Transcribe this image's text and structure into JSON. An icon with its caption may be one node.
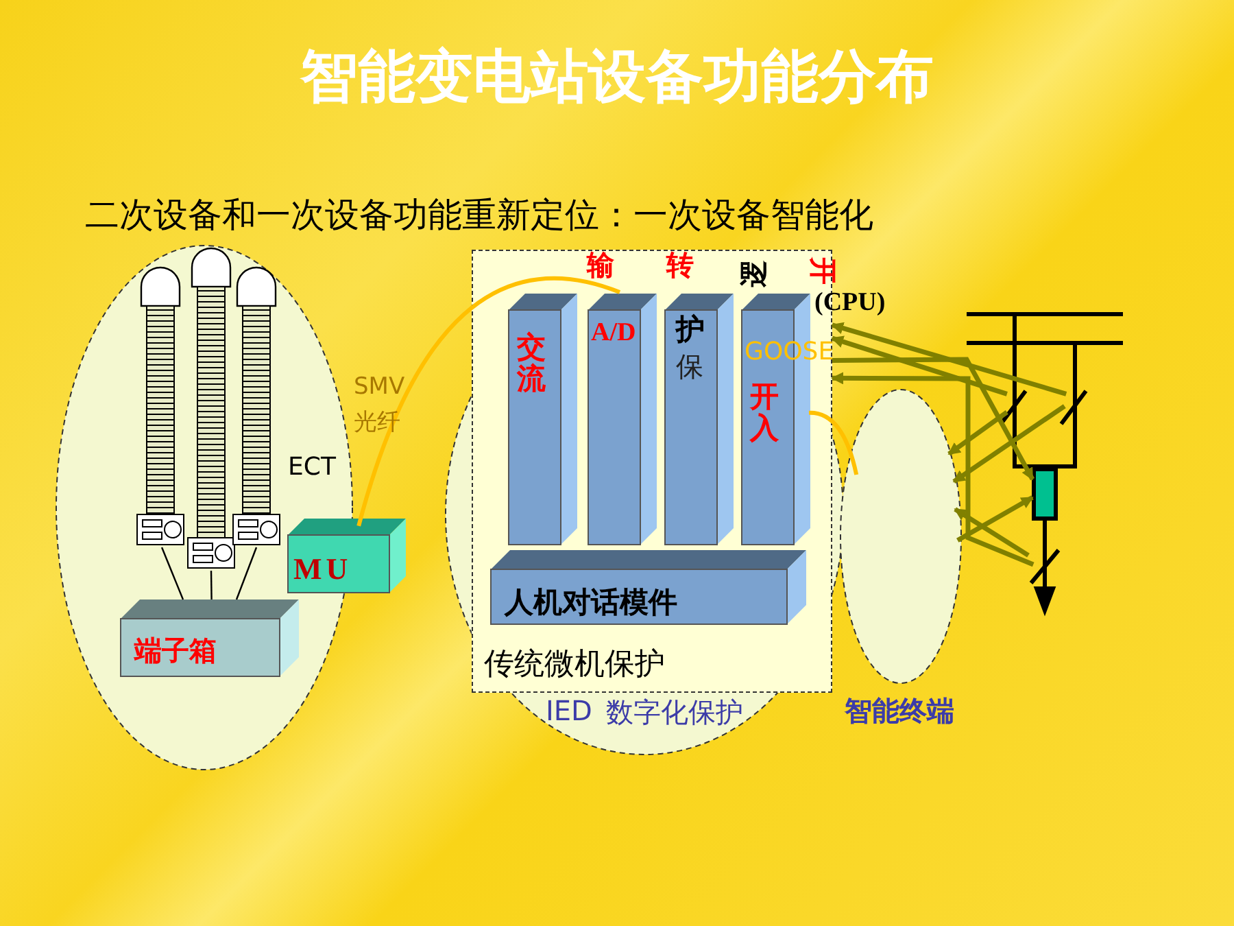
{
  "diagram": {
    "title": "智能变电站设备功能分布",
    "nodes": [
      {
        "text": [],
        "shape": "ellipse"
      },
      {
        "text": [],
        "shape": "picture",
        "in": 0
      },
      {
        "text": [],
        "shape": "picture",
        "in": 0
      },
      {
        "text": [],
        "shape": "picture",
        "in": 0
      },
      {
        "text": [
          "端子箱"
        ],
        "in": 0
      },
      {
        "text": [
          "MU"
        ]
      },
      {
        "text": [
          "传统微机保护"
        ]
      },
      {
        "text": [
          "IED",
          "数字化保护"
        ]
      },
      {
        "text": [
          "交流"
        ],
        "in": 6
      },
      {
        "text": [
          "A/D"
        ],
        "in": 6
      },
      {
        "text": [
          "护",
          "保"
        ],
        "in": 6
      },
      {
        "text": [
          "开入"
        ],
        "in": 6
      },
      {
        "text": [
          "人机对话模件"
        ],
        "in": 6
      },
      {
        "text": [
          "智能终端"
        ]
      },
      {
        "text": [],
        "shape": "picture"
      }
    ],
    "edges": [
      {
        "from": 1,
        "to": 4,
        "arrow": "none",
        "color": "#000000"
      },
      {
        "from": 2,
        "to": 4,
        "arrow": "none",
        "color": "#000000"
      },
      {
        "from": 3,
        "to": 4,
        "arrow": "none",
        "color": "#000000"
      },
      {
        "from": 5,
        "to": 9,
        "arrow": "none",
        "color": "#ffc000"
      },
      {
        "from": 11,
        "to": 13,
        "arrow": "none",
        "color": "#ffc000"
      },
      {
        "from": 14,
        "to": 6,
        "arrow": "to"
      },
      {
        "from": 14,
        "to": 6,
        "arrow": "to"
      },
      {
        "from": 14,
        "to": 6,
        "arrow": "to"
      },
      {
        "from": 14,
        "to": 13,
        "arrow": "to"
      },
      {
        "from": 14,
        "to": 13,
        "arrow": "to"
      },
      {
        "from": 14,
        "to": 13,
        "arrow": "to"
      },
      {
        "from": 13,
        "to": 14,
        "arrow": "to"
      },
      {
        "from": 6,
        "to": 14,
        "arrow": "to"
      }
    ],
    "labels": [
      "二次设备和一次设备功能重新定位：一次设备智能化",
      "输",
      "转",
      "逻",
      "开",
      "(CPU)",
      "SMV",
      "光纤",
      "GOOSE",
      "ECT"
    ]
  }
}
